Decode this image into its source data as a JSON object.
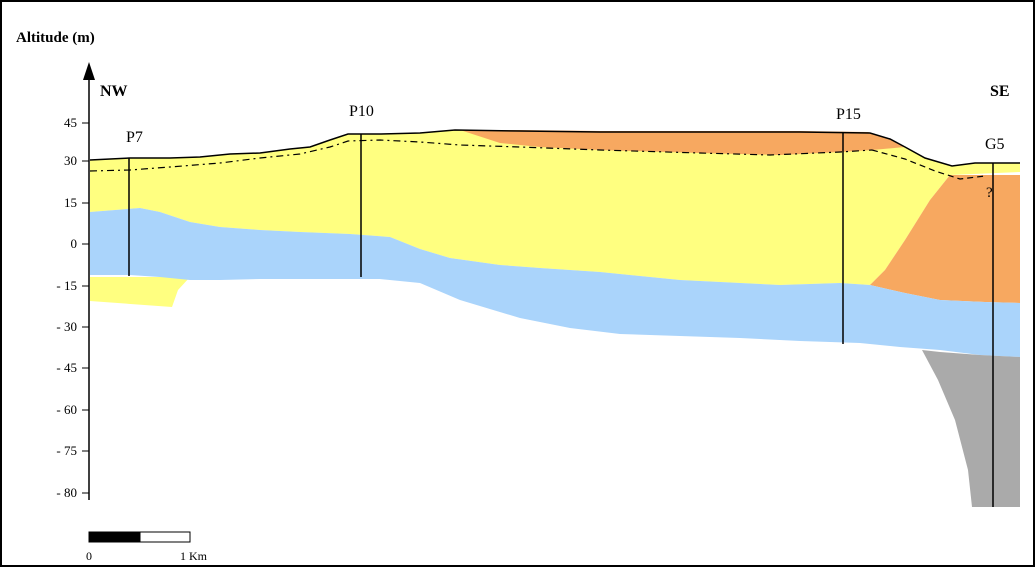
{
  "title": "Altitude (m)",
  "orientation": {
    "left": "NW",
    "right": "SE"
  },
  "y_ticks": [
    "45",
    "30",
    "15",
    "0",
    "- 15",
    "- 30",
    "- 45",
    "- 60",
    "- 75",
    "- 80"
  ],
  "wells": [
    {
      "name": "P7"
    },
    {
      "name": "P10"
    },
    {
      "name": "P15"
    },
    {
      "name": "G5"
    }
  ],
  "uncertainty_mark": "?",
  "scale_bar": {
    "start": "0",
    "end": "1 Km"
  },
  "colors": {
    "yellow": "#ffff80",
    "orange": "#f7a860",
    "blue": "#aad4fb",
    "gray": "#aaaaaa"
  }
}
